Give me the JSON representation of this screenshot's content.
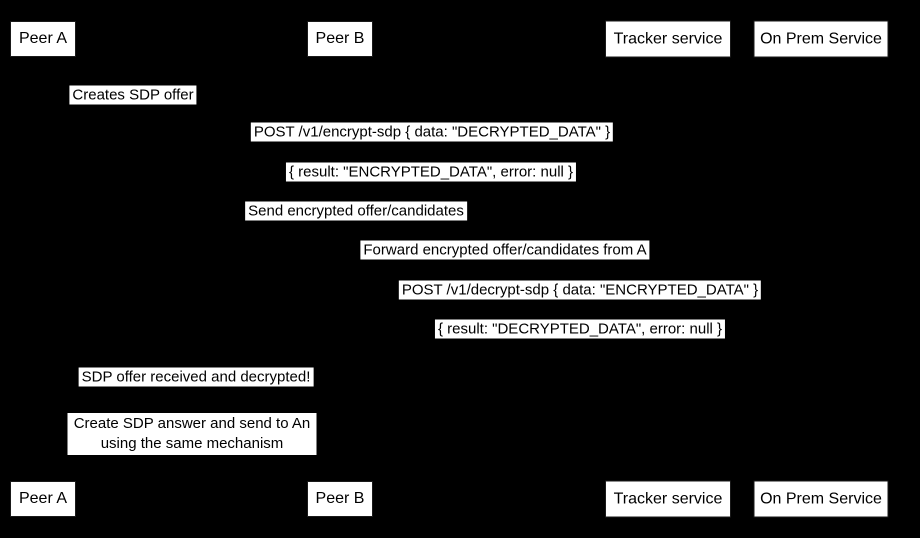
{
  "diagram": {
    "type": "sequence",
    "background_color": "#000000",
    "box_fill_color": "#ffffff",
    "text_color": "#000000",
    "actors": [
      "Peer A",
      "Peer B",
      "Tracker service",
      "On Prem Service"
    ],
    "messages": [
      {
        "label": "Creates SDP offer",
        "from": "Peer A",
        "to": "Peer A"
      },
      {
        "label": "POST /v1/encrypt-sdp { data: \"DECRYPTED_DATA\" }",
        "from": "Peer A",
        "to": "On Prem Service"
      },
      {
        "label": "{ result: \"ENCRYPTED_DATA\", error: null }",
        "from": "On Prem Service",
        "to": "Peer A"
      },
      {
        "label": "Send encrypted offer/candidates",
        "from": "Peer A",
        "to": "Tracker service"
      },
      {
        "label": "Forward encrypted offer/candidates from A",
        "from": "Tracker service",
        "to": "Peer B"
      },
      {
        "label": "POST /v1/decrypt-sdp { data: \"ENCRYPTED_DATA\" }",
        "from": "Peer B",
        "to": "On Prem Service"
      },
      {
        "label": "{ result: \"DECRYPTED_DATA\", error: null }",
        "from": "On Prem Service",
        "to": "Peer B"
      },
      {
        "label": "SDP offer received and decrypted!",
        "from": "Peer B",
        "to": "Peer A"
      }
    ],
    "note": {
      "lines": [
        "Create SDP answer and send to An",
        "using the same mechanism"
      ]
    }
  }
}
